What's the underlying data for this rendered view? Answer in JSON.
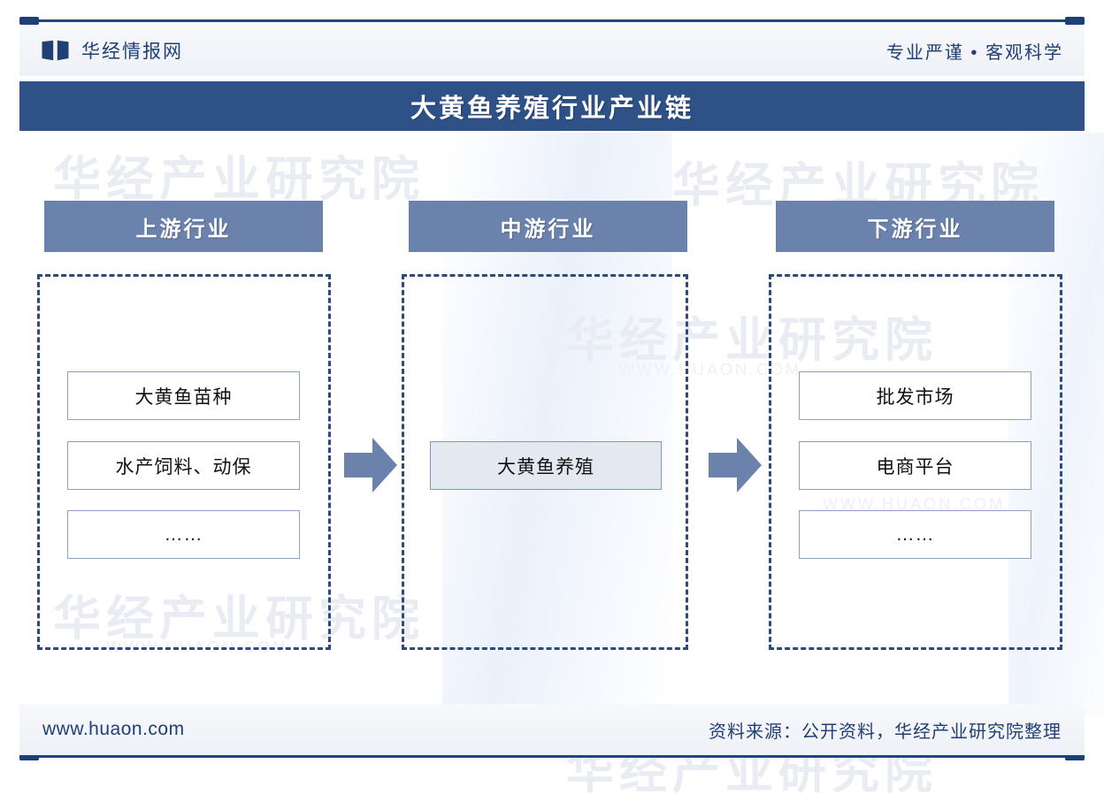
{
  "header": {
    "brand_name": "华经情报网",
    "brand_icon": "open-book-icon",
    "tagline": "专业严谨 • 客观科学"
  },
  "title_bar": {
    "text": "大黄鱼养殖行业产业链",
    "background": "#2e5187",
    "text_color": "#ffffff"
  },
  "watermark": {
    "text": "华经产业研究院",
    "small_text": "WWW.HUAON.COM",
    "color": "#e9ecf2"
  },
  "chain": {
    "columns": [
      {
        "id": "upstream",
        "header": "上游行业",
        "header_color": "#6b82ad",
        "items": [
          {
            "label": "大黄鱼苗种",
            "highlight": false
          },
          {
            "label": "水产饲料、动保",
            "highlight": false
          },
          {
            "label": "……",
            "highlight": false
          }
        ]
      },
      {
        "id": "midstream",
        "header": "中游行业",
        "header_color": "#6b82ad",
        "items": [
          {
            "label": "大黄鱼养殖",
            "highlight": true
          }
        ]
      },
      {
        "id": "downstream",
        "header": "下游行业",
        "header_color": "#6b82ad",
        "items": [
          {
            "label": "批发市场",
            "highlight": false
          },
          {
            "label": "电商平台",
            "highlight": false
          },
          {
            "label": "……",
            "highlight": false
          }
        ]
      }
    ],
    "connectors": [
      {
        "from": "upstream",
        "to": "midstream",
        "icon": "right-arrow-icon"
      },
      {
        "from": "midstream",
        "to": "downstream",
        "icon": "right-arrow-icon"
      }
    ],
    "dashed_border_color": "#2c4a80",
    "arrow_color": "#6b82ad"
  },
  "footer": {
    "site": "www.huaon.com",
    "source": "资料来源：公开资料，华经产业研究院整理"
  }
}
